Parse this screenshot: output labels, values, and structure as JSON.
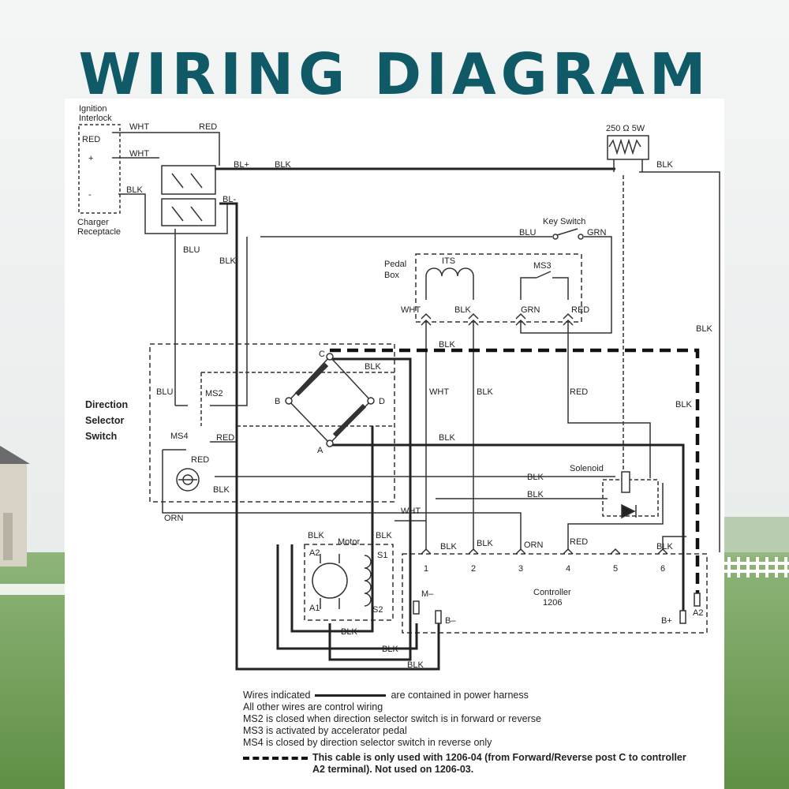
{
  "title": "WIRING DIAGRAM",
  "components": {
    "ignition_interlock": "Ignition\nInterlock",
    "charger_receptacle": "Charger\nReceptacle",
    "resistor": "250 Ω 5W",
    "key_switch": "Key Switch",
    "pedal_box": "Pedal\nBox",
    "its": "ITS",
    "ms3": "MS3",
    "direction_selector": "Direction\nSelector\nSwitch",
    "ms2": "MS2",
    "ms4": "MS4",
    "solenoid": "Solenoid",
    "motor": "Motor",
    "controller": "Controller\n1206"
  },
  "terminals": {
    "bl_plus": "BL+",
    "bl_minus": "BL-",
    "c": "C",
    "b": "B",
    "d": "D",
    "a": "A",
    "a2": "A2",
    "a1": "A1",
    "s1": "S1",
    "s2": "S2",
    "m_minus": "M–",
    "b_minus": "B–",
    "b_plus": "B+",
    "ctrl_a2": "A2",
    "plus": "+",
    "minus": "-",
    "pins": [
      "1",
      "2",
      "3",
      "4",
      "5",
      "6"
    ]
  },
  "wires": {
    "wht": "WHT",
    "red": "RED",
    "blk": "BLK",
    "blu": "BLU",
    "grn": "GRN",
    "orn": "ORN"
  },
  "notes": {
    "line1_a": "Wires indicated",
    "line1_b": "are contained in power harness",
    "line2": "All other wires are control wiring",
    "line3": "MS2 is closed when direction selector switch is in forward or reverse",
    "line4": "MS3 is activated by accelerator pedal",
    "line5": "MS4 is closed by direction selector switch in reverse only",
    "line6": "This cable is only used with 1206-04 (from Forward/Reverse post C to controller",
    "line7": "A2 terminal).  Not used on 1206-03."
  }
}
